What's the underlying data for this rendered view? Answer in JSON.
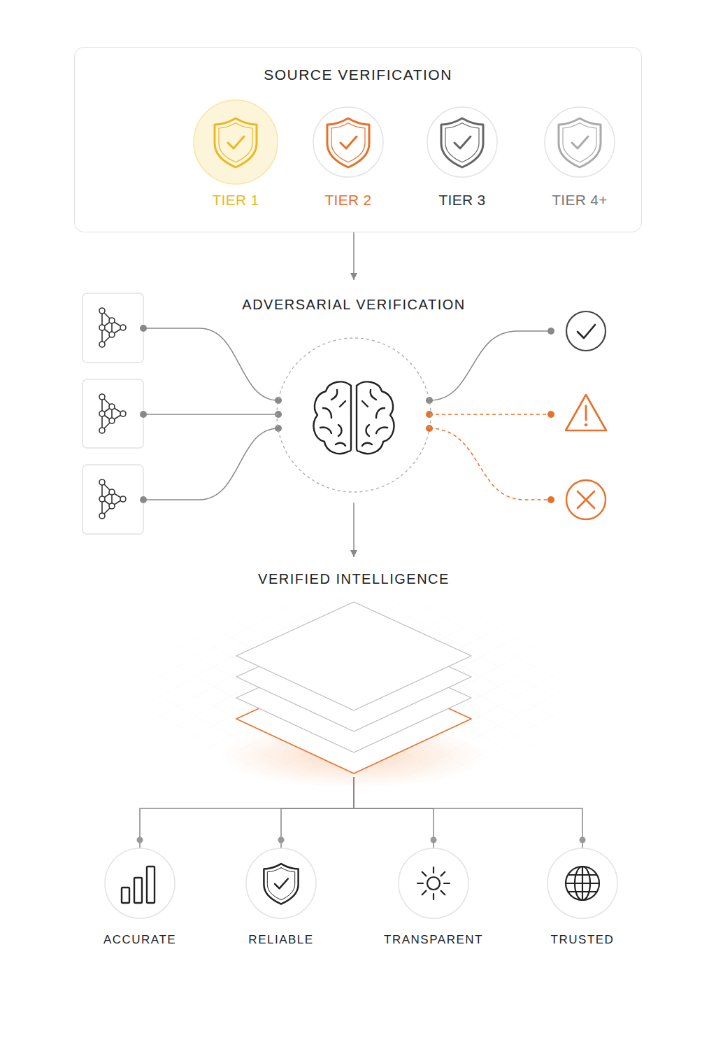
{
  "diagram": {
    "nodes": [
      {
        "text": [
          "SOURCE VERIFICATION"
        ]
      },
      {
        "text": [
          "TIER 1"
        ],
        "in": 0
      },
      {
        "text": [
          "TIER 2"
        ],
        "in": 0
      },
      {
        "text": [
          "TIER 3"
        ],
        "in": 0
      },
      {
        "text": [
          "TIER 4+"
        ],
        "in": 0
      },
      {
        "text": [
          "ADVERSARIAL VERIFICATION"
        ]
      },
      {
        "text": [
          "VERIFIED INTELLIGENCE"
        ]
      },
      {
        "text": [
          "ACCURATE"
        ]
      },
      {
        "text": [
          "RELIABLE"
        ]
      },
      {
        "text": [
          "TRANSPARENT"
        ]
      },
      {
        "text": [
          "TRUSTED"
        ]
      }
    ],
    "edges": [
      {
        "from": 1,
        "to": 2,
        "arrow": "none"
      },
      {
        "from": 2,
        "to": 3,
        "arrow": "none"
      },
      {
        "from": 3,
        "to": 4,
        "arrow": "none"
      },
      {
        "from": 0,
        "to": 5,
        "arrow": "to"
      },
      {
        "from": 5,
        "to": 6,
        "arrow": "to"
      },
      {
        "from": 6,
        "to": 7,
        "arrow": "none"
      },
      {
        "from": 6,
        "to": 8,
        "arrow": "none"
      },
      {
        "from": 6,
        "to": 9,
        "arrow": "none"
      },
      {
        "from": 6,
        "to": 10,
        "arrow": "none"
      }
    ]
  }
}
